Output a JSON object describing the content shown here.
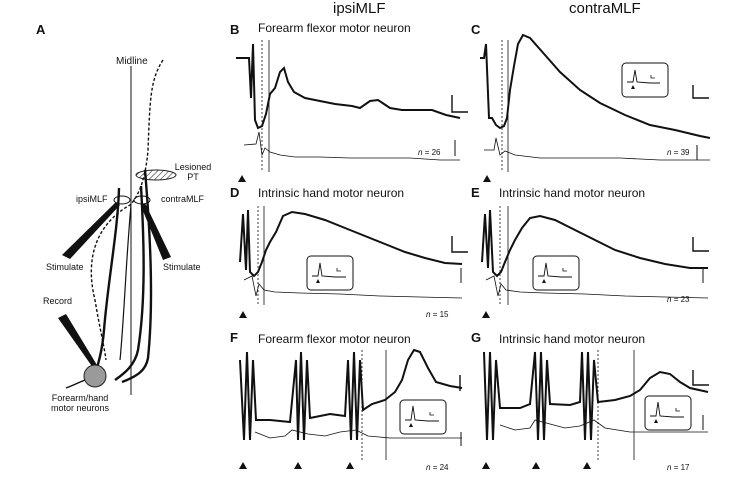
{
  "columns": {
    "ipsi": "ipsiMLF",
    "contra": "contraMLF"
  },
  "panel_letters": {
    "A": "A",
    "B": "B",
    "C": "C",
    "D": "D",
    "E": "E",
    "F": "F",
    "G": "G"
  },
  "diagram": {
    "midline": "Midline",
    "lesioned_pt": [
      "Lesioned",
      "PT"
    ],
    "ipsi_mlf": "ipsiMLF",
    "contra_mlf": "contraMLF",
    "stimulate_left": "Stimulate",
    "stimulate_right": "Stimulate",
    "record": "Record",
    "motor_neurons": [
      "Forearm/hand",
      "motor neurons"
    ]
  },
  "panels": {
    "B": {
      "title": "Forearm flexor motor neuron",
      "n_label": "n",
      "n_value": "= 26"
    },
    "C": {
      "title": "",
      "n_label": "n",
      "n_value": "= 39"
    },
    "D": {
      "title": "Intrinsic hand motor neuron",
      "n_label": "n",
      "n_value": "= 15"
    },
    "E": {
      "title": "Intrinsic hand motor neuron",
      "n_label": "n",
      "n_value": "= 23"
    },
    "F": {
      "title": "Forearm flexor motor neuron",
      "n_label": "n",
      "n_value": "= 24"
    },
    "G": {
      "title": "Intrinsic hand motor neuron",
      "n_label": "n",
      "n_value": "= 17"
    }
  },
  "icons": [
    "stimulus-triangle-icon",
    "scale-bar-icon",
    "inset-trace-icon"
  ]
}
